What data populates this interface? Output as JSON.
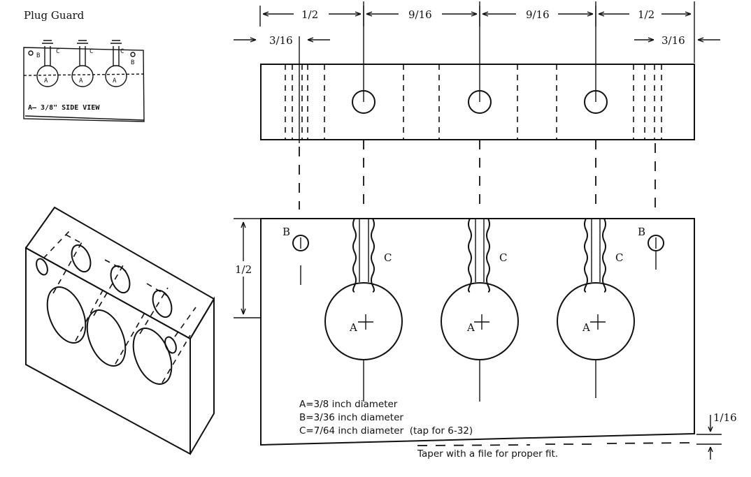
{
  "title": "Plug Guard",
  "dimensions": {
    "half_left": "1/2",
    "nine_sixteenths_1": "9/16",
    "nine_sixteenths_2": "9/16",
    "half_right": "1/2",
    "three_sixteenths_left": "3/16",
    "three_sixteenths_right": "3/16",
    "height_half": "1/2",
    "one_sixteenth": "1/16"
  },
  "thumbnail": {
    "caption": "A— 3/8\"   SIDE VIEW",
    "labels": {
      "a": "A",
      "b": "B",
      "c": "C"
    }
  },
  "front_view": {
    "label_a": "A",
    "label_b": "B",
    "label_c": "C"
  },
  "notes": {
    "a": "A=3/8 inch diameter",
    "b": "B=3/36 inch diameter",
    "c": "C=7/64 inch diameter  (tap for 6-32)"
  },
  "taper_note": "Taper with a file for proper fit."
}
